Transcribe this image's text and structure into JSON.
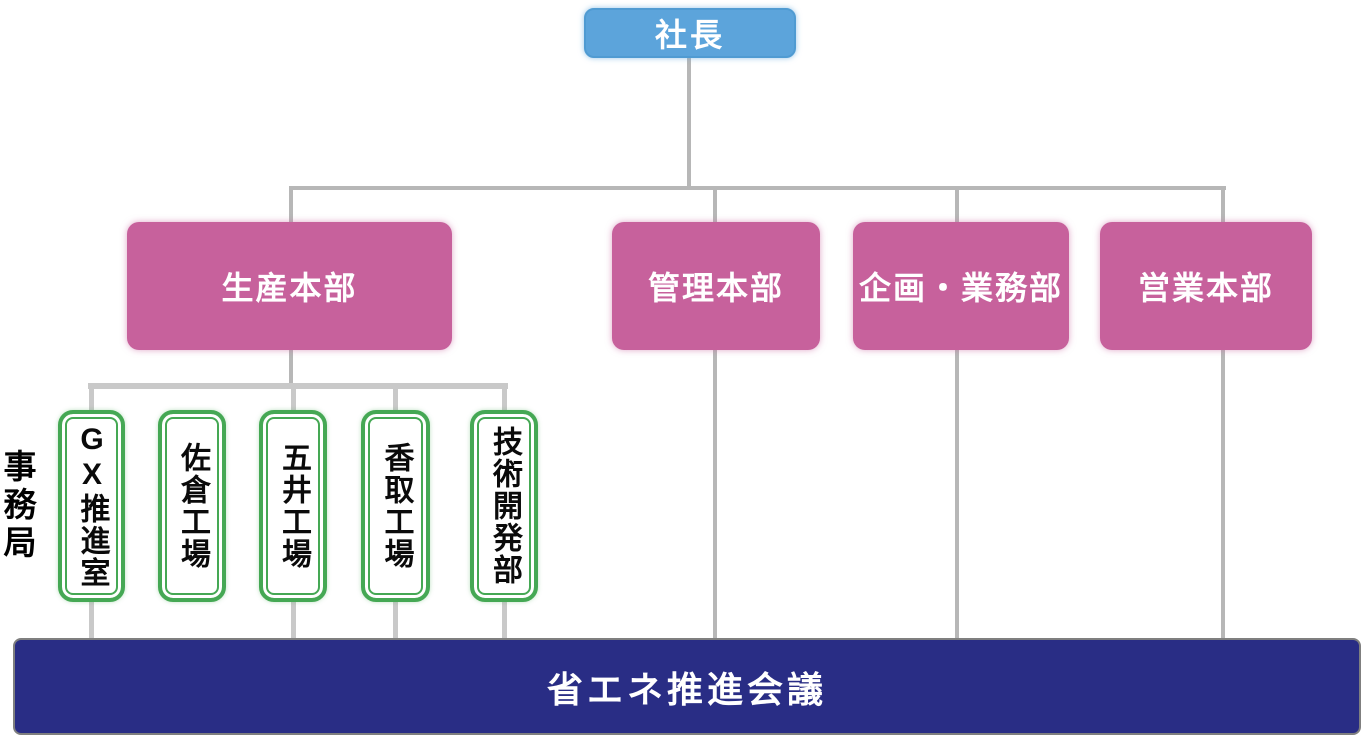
{
  "org_chart": {
    "title_hint": "company energy-management organization chart",
    "president": {
      "label": "社長"
    },
    "departments": [
      {
        "id": "production",
        "label": "生産本部"
      },
      {
        "id": "administration",
        "label": "管理本部"
      },
      {
        "id": "planning",
        "label": "企画・業務部"
      },
      {
        "id": "sales",
        "label": "営業本部"
      }
    ],
    "production_units": [
      {
        "id": "gx-promotion",
        "label": "GX推進室",
        "connected_to_council": true
      },
      {
        "id": "sakura-plant",
        "label": "佐倉工場",
        "connected_to_council": false
      },
      {
        "id": "goi-plant",
        "label": "五井工場",
        "connected_to_council": true
      },
      {
        "id": "katori-plant",
        "label": "香取工場",
        "connected_to_council": true
      },
      {
        "id": "tech-dev-dept",
        "label": "技術開発部",
        "connected_to_council": true
      }
    ],
    "secretariat": {
      "label": "事務局"
    },
    "council": {
      "label": "省エネ推進会議"
    },
    "edges": [
      "社長 → 生産本部",
      "社長 → 管理本部",
      "社長 → 企画・業務部",
      "社長 → 営業本部",
      "生産本部 → GX推進室",
      "生産本部 → 五井工場",
      "生産本部 → 香取工場",
      "生産本部 → 技術開発部",
      "GX推進室 → 省エネ推進会議",
      "五井工場 → 省エネ推進会議",
      "香取工場 → 省エネ推進会議",
      "技術開発部 → 省エネ推進会議",
      "管理本部 → 省エネ推進会議",
      "企画・業務部 → 省エネ推進会議",
      "営業本部 → 省エネ推進会議"
    ],
    "colors": {
      "president_blue": "#5ca4db",
      "department_pink": "#c7619c",
      "unit_border_green": "#45a854",
      "council_navy": "#292d85",
      "connector_gray": "#b7b7b7"
    }
  }
}
